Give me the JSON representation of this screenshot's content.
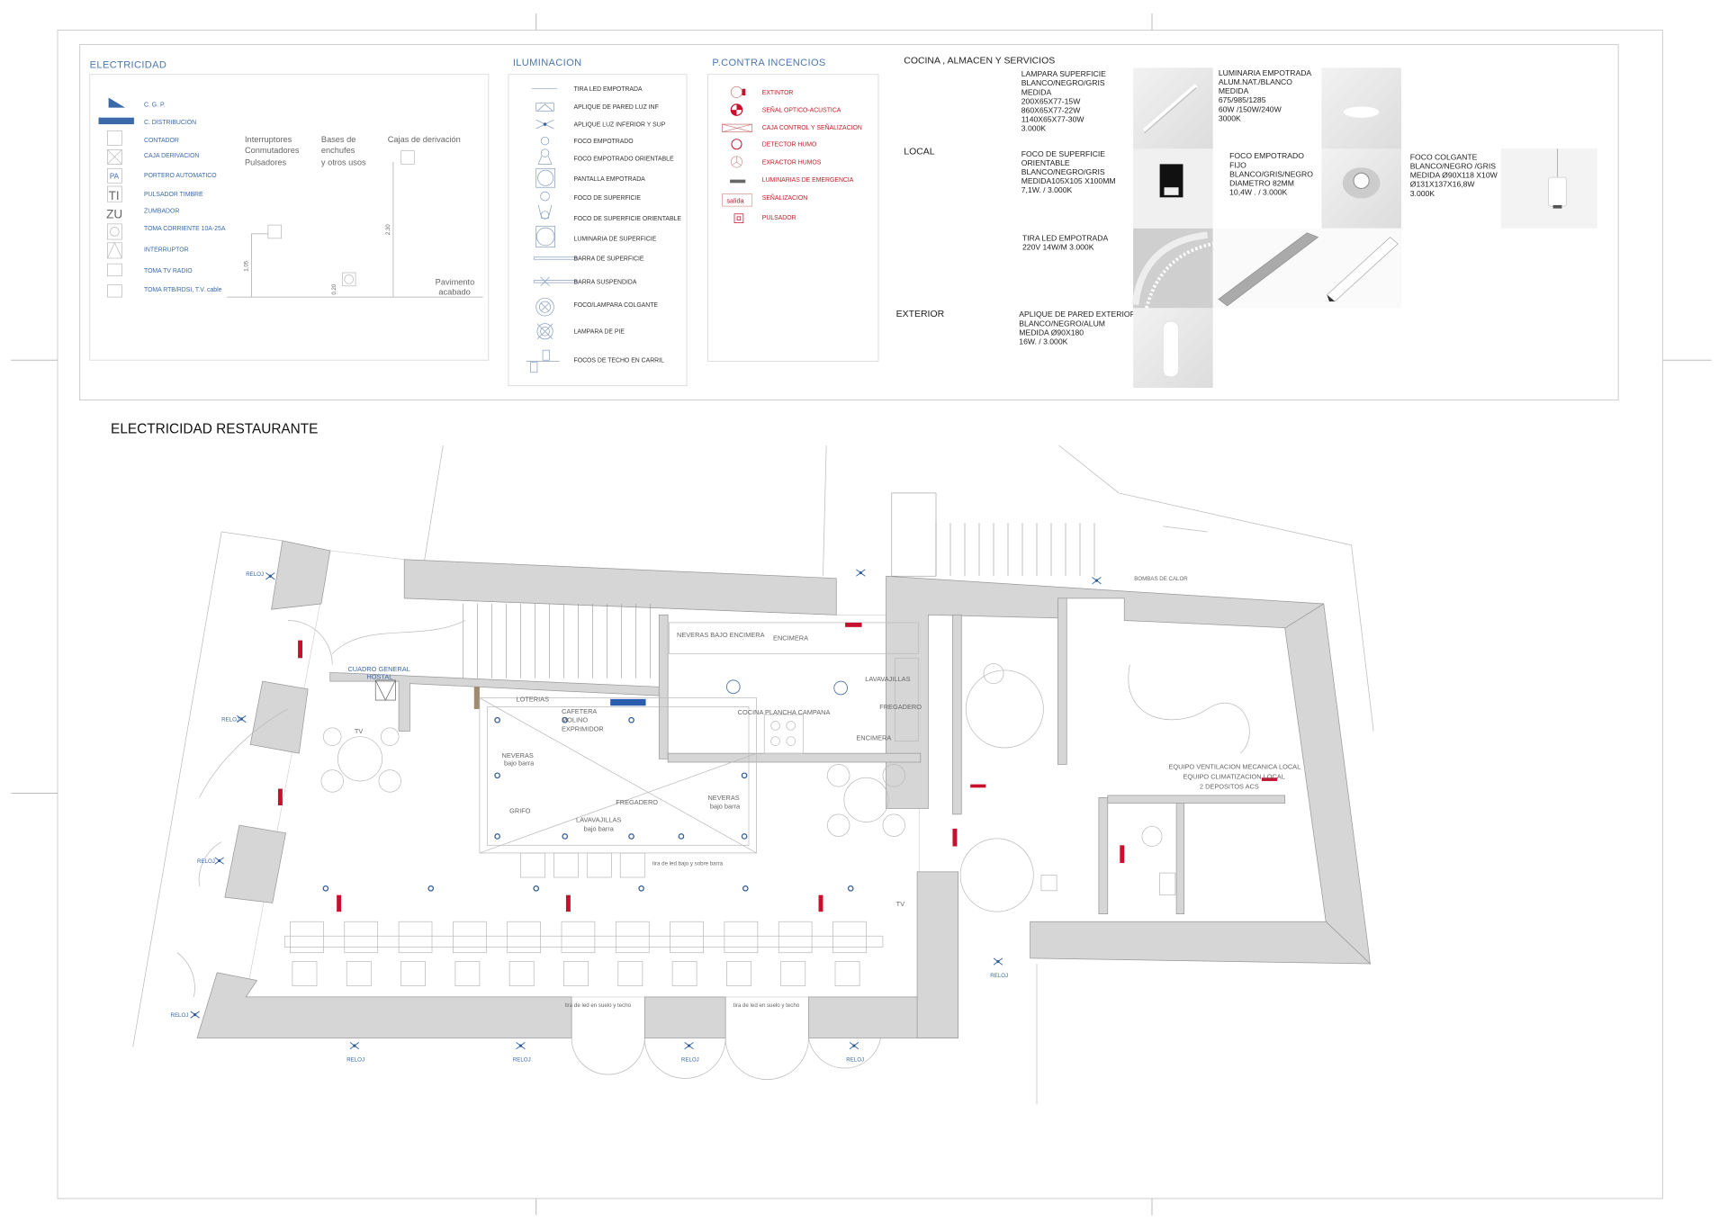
{
  "legend": {
    "electricidad": {
      "title": "ELECTRICIDAD",
      "items": [
        "C. G. P.",
        "C. DISTRIBUCION",
        "CONTADOR",
        "CAJA DERIVACION",
        "PORTERO AUTOMATICO",
        "PULSADOR TIMBRE",
        "ZUMBADOR",
        "TOMA CORRIENTE 10A-25A",
        "INTERRUPTOR",
        "TOMA TV RADIO",
        "TOMA RTB/RDSI, T.V. cable"
      ],
      "symbol_text": {
        "pa": "PA",
        "ti": "TI",
        "zu": "ZU"
      },
      "heights": {
        "col1": [
          "Interruptores",
          "Conmutadores",
          "Pulsadores"
        ],
        "col2": [
          "Bases de",
          "enchufes",
          "y otros usos"
        ],
        "col3": "Cajas de derivación",
        "floor": [
          "Pavimento",
          "acabado"
        ],
        "dim1": "1,05",
        "dim2": "0,20",
        "dim3": "2,30"
      }
    },
    "iluminacion": {
      "title": "ILUMINACION",
      "items": [
        "TIRA LED EMPOTRADA",
        "APLIQUE DE PARED LUZ INF",
        "APLIQUE  LUZ INFERIOR Y SUP",
        "FOCO EMPOTRADO",
        "FOCO EMPOTRADO ORIENTABLE",
        "PANTALLA EMPOTRADA",
        "FOCO DE SUPERFICIE",
        "FOCO DE SUPERFICIE ORIENTABLE",
        "LUMINARIA  DE SUPERFICIE",
        "BARRA DE SUPERFICIE",
        "BARRA SUSPENDIDA",
        "FOCO/LAMPARA COLGANTE",
        "LAMPARA DE PIE",
        "FOCOS DE TECHO EN CARRIL"
      ]
    },
    "pci": {
      "title": "P.CONTRA INCENCIOS",
      "items": [
        "EXTINTOR",
        "SEÑAL OPTICO-ACUSTICA",
        "CAJA CONTROL Y SEÑALIZACION",
        "DETECTOR HUMO",
        "EXRACTOR HUMOS",
        "LUMINARIAS DE EMERGENCIA",
        "SEÑALIZACION",
        "PULSADOR"
      ],
      "salida": "salida"
    }
  },
  "products": {
    "sections": {
      "cocina": "COCINA , ALMACEN Y SERVICIOS",
      "local": "LOCAL",
      "exterior": "EXTERIOR"
    },
    "lampara_superficie": [
      "LAMPARA SUPERFICIE",
      "BLANCO/NEGRO/GRIS",
      "MEDIDA",
      "200X65X77-15W",
      "860X65X77-22W",
      "1140X65X77-30W",
      " 3.000K"
    ],
    "luminaria_empotrada": [
      "LUMINARIA EMPOTRADA",
      "ALUM.NAT./BLANCO",
      "MEDIDA",
      "675/985/1285",
      "60W /150W/240W",
      "3000K"
    ],
    "foco_superficie": [
      "FOCO DE SUPERFICIE",
      "ORIENTABLE",
      "BLANCO/NEGRO/GRIS",
      "MEDIDA105X105 X100MM",
      "7,1W. / 3.000K"
    ],
    "foco_empotrado": [
      "FOCO      EMPOTRADO",
      "FIJO",
      "BLANCO/GRIS/NEGRO",
      "DIAMETRO  82MM",
      "10,4W . / 3.000K"
    ],
    "foco_colgante": [
      "FOCO COLGANTE",
      "BLANCO/NEGRO /GRIS",
      "MEDIDA Ø90X118 X10W",
      "            Ø131X137X16,8W",
      "3.000K"
    ],
    "tira_led": [
      "TIRA LED EMPOTRADA",
      "220V  14W/M 3.000K"
    ],
    "aplique_exterior": [
      "APLIQUE DE PARED EXTERIOR",
      "BLANCO/NEGRO/ALUM",
      "MEDIDA Ø90X180",
      "16W. / 3.000K"
    ]
  },
  "plan": {
    "title": "ELECTRICIDAD RESTAURANTE",
    "labels": {
      "cuadro1": "CUADRO GENERAL",
      "cuadro2": "HOSTAL",
      "tv": "TV",
      "loterias": "LOTERIAS",
      "cafetera": "CAFETERA",
      "molino": "MOLINO",
      "exprimidor": "EXPRIMIDOR",
      "neveras": "NEVERAS",
      "bajo_barra": "bajo barra",
      "grifo": "GRIFO",
      "fregadero": "FREGADERO",
      "lavavajillas": "LAVAVAJILLAS",
      "tira_barra": "tira de led bajo y sobre barra",
      "neveras_encimera": "NEVERAS BAJO ENCIMERA",
      "encimera": "ENCIMERA",
      "cocina": "COCINA  PLANCHA  CAMPANA",
      "bombas": "BOMBAS DE CALOR",
      "equipo1": "EQUIPO VENTILACION MECANICA LOCAL",
      "equipo2": "EQUIPO CLIMATIZACION LOCAL",
      "equipo3": "2 DEPOSITOS ACS",
      "tira_suelo": "tira de led en suelo y techo",
      "reloj": "RELOJ"
    }
  },
  "colors": {
    "blue": "#3b6aa8",
    "red": "#c8102e",
    "wall": "#d6d6d6"
  }
}
